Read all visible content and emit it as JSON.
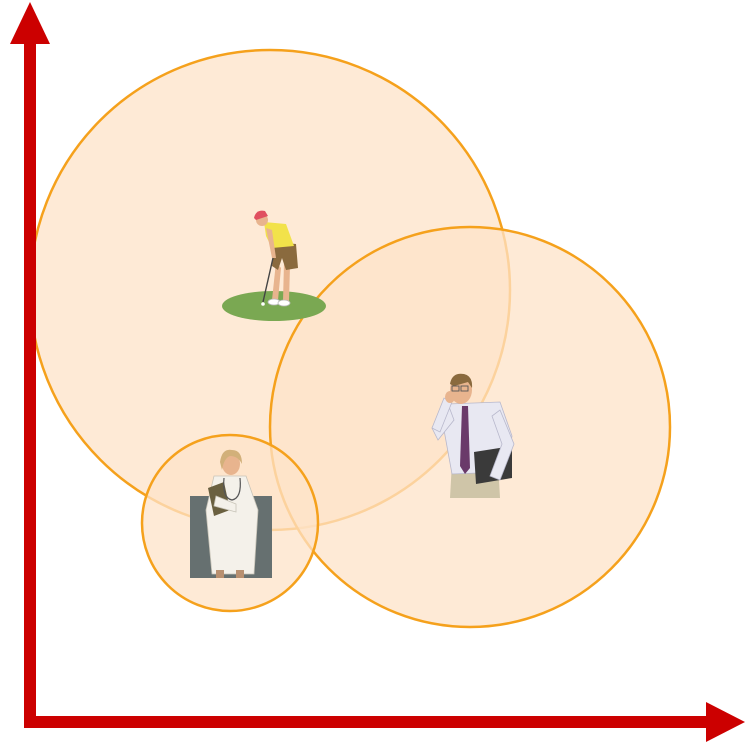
{
  "colors": {
    "axis": "#cc0000",
    "bubble_fill": "#fde3c8",
    "bubble_stroke": "#f5a11c",
    "green": "#7aa852",
    "shirt_yellow": "#f2e24a",
    "shorts": "#8a6a3e",
    "skin": "#e8b48e",
    "cap": "#e05060",
    "coat": "#f4f1ea",
    "doctor_bg": "#667070",
    "dress_shirt": "#e8e8f2",
    "tie": "#6a3a6a",
    "trousers": "#cfc5a8",
    "folder": "#3a3a3a",
    "hair": "#d2b07a"
  },
  "bubbles": [
    {
      "id": "golfer",
      "figure": "golfer-illustration"
    },
    {
      "id": "businessman",
      "figure": "businessman-on-phone-illustration"
    },
    {
      "id": "doctor",
      "figure": "doctor-with-clipboard-illustration"
    }
  ],
  "axes": {
    "x": "right-arrow",
    "y": "up-arrow",
    "labels": []
  }
}
